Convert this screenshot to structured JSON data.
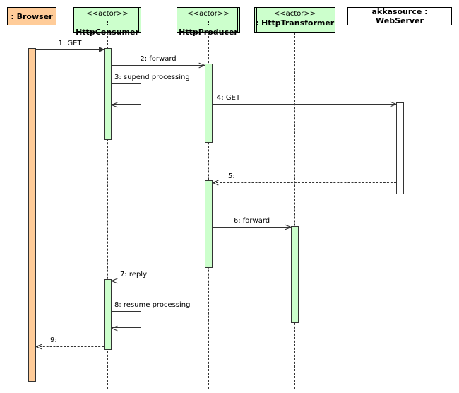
{
  "diagram": {
    "kind": "uml-sequence-diagram",
    "colors": {
      "browser_fill": "#FFCC99",
      "actor_fill": "#CCFFCC",
      "server_fill": "#FFFFFF",
      "line": "#333333",
      "border": "#000000",
      "background": "#FFFFFF"
    }
  },
  "participants": [
    {
      "id": "browser",
      "name": ": Browser",
      "stereotype": "",
      "style": "plain"
    },
    {
      "id": "httpconsumer",
      "name": ": HttpConsumer",
      "stereotype": "<<actor>>",
      "style": "actor"
    },
    {
      "id": "httpproducer",
      "name": ": HttpProducer",
      "stereotype": "<<actor>>",
      "style": "actor"
    },
    {
      "id": "httptransformer",
      "name": ": HttpTransformer",
      "stereotype": "<<actor>>",
      "style": "actor"
    },
    {
      "id": "webserver",
      "name": "akkasource : WebServer",
      "stereotype": "",
      "style": "plain"
    }
  ],
  "messages": [
    {
      "num": "1",
      "label": "1: GET",
      "from": "browser",
      "to": "httpconsumer",
      "kind": "call"
    },
    {
      "num": "2",
      "label": "2: forward",
      "from": "httpconsumer",
      "to": "httpproducer",
      "kind": "call"
    },
    {
      "num": "3",
      "label": "3: supend processing",
      "from": "httpconsumer",
      "to": "httpconsumer",
      "kind": "self"
    },
    {
      "num": "4",
      "label": "4: GET",
      "from": "httpproducer",
      "to": "webserver",
      "kind": "call"
    },
    {
      "num": "5",
      "label": "5:",
      "from": "webserver",
      "to": "httpproducer",
      "kind": "return"
    },
    {
      "num": "6",
      "label": "6: forward",
      "from": "httpproducer",
      "to": "httptransformer",
      "kind": "call"
    },
    {
      "num": "7",
      "label": "7: reply",
      "from": "httptransformer",
      "to": "httpconsumer",
      "kind": "call"
    },
    {
      "num": "8",
      "label": "8: resume processing",
      "from": "httpconsumer",
      "to": "httpconsumer",
      "kind": "self"
    },
    {
      "num": "9",
      "label": "9:",
      "from": "httpconsumer",
      "to": "browser",
      "kind": "return"
    }
  ]
}
